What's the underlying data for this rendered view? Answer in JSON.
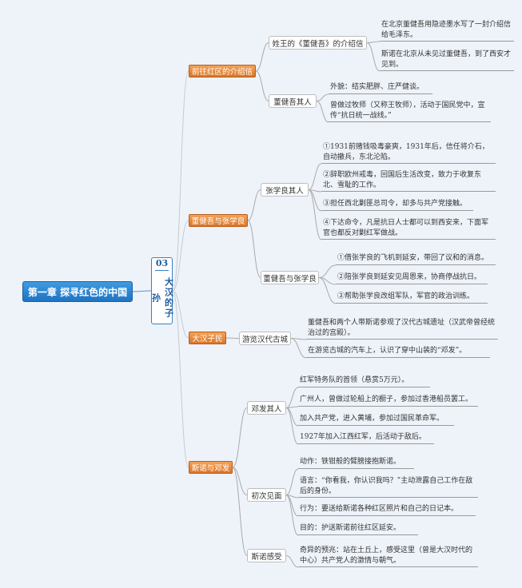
{
  "root": {
    "label": "第一章 探寻红色的中国"
  },
  "chapter": {
    "number": "03",
    "title": "大汉的子孙"
  },
  "branches": [
    {
      "label": "前往红区的介绍信",
      "children": [
        {
          "label": "姓王的《董健吾》的介绍信",
          "leaves": [
            "在北京董健吾用隐迹墨水写了一封介绍信给毛泽东。",
            "斯诺在北京从未见过董健吾，到了西安才见到。"
          ]
        },
        {
          "label": "董健吾其人",
          "leaves": [
            "外貌：结实肥胖、庄严健谈。",
            "曾做过牧师（又称王牧师），活动于国民党中，宣传“抗日统一战线。”"
          ]
        }
      ]
    },
    {
      "label": "董健吾与张学良",
      "children": [
        {
          "label": "张学良其人",
          "leaves": [
            "①1931前赌钱吸毒豪爽，1931年后，信任将介石，自动撤兵，东北沦陷。",
            "②辞职欧州戒毒，回国后生活改变，致力于收复东北、雪耻的工作。",
            "③担任西北剿匪总司令，却多与共产党接触。",
            "④下达命令，凡是抗日人士都可以到西安来，下面军官也都反对剿红军做战。"
          ]
        },
        {
          "label": "董健吾与张学良",
          "leaves": [
            "①借张学良的飞机到延安，带回了议和的消息。",
            "②陪张学良到延安见周恩来，协商停战抗日。",
            "③帮助张学良改组军队，军官的政治训练。"
          ]
        }
      ]
    },
    {
      "label": "大汉子民",
      "children": [
        {
          "label": "游览汉代古城",
          "leaves": [
            "董健吾和两个人带斯诺参观了汉代古城遗址（汉武帝曾经统治过的宫殿）。",
            "在游览古城的汽车上，认识了穿中山装的“邓发”。"
          ]
        }
      ]
    },
    {
      "label": "斯诺与邓发",
      "children": [
        {
          "label": "邓发其人",
          "leaves": [
            "红军特务队的首领（悬赏5万元）。",
            "广州人，曾做过轮船上的橱子，参加过香港船员罢工。",
            "加入共产党，进入黄埔，参加过国民革命军。",
            "1927年加入江西红军，后活动于敌后。"
          ]
        },
        {
          "label": "初次见面",
          "leaves": [
            "动作：铁钳般的臂膀接抱斯诺。",
            "语言：“你看我，你认识我吗？”主动泄露自己工作在敌后的身份。",
            "行为：要送给斯诺各种红区照片和自己的日记本。",
            "目的：护送斯诺前往红区延安。"
          ]
        },
        {
          "label": "斯诺感受",
          "leaves": [
            "奇异的预兆：站在土丘上，感受这里（曾是大汉时代的中心）共产党人的激情与朝气。"
          ]
        }
      ]
    }
  ]
}
